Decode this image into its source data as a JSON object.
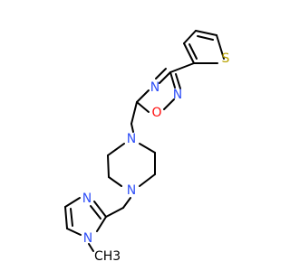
{
  "molecule": {
    "atom_labels": {
      "thiophene_s": "S",
      "oxadiazole_n4": "N",
      "oxadiazole_n2": "N",
      "oxadiazole_o1": "O",
      "piperazine_n1": "N",
      "piperazine_n4": "N",
      "imidazole_n3": "N",
      "imidazole_n1": "N",
      "methyl_group": "CH3"
    },
    "element_colors": {
      "N": "#3050f8",
      "O": "#ff0d0d",
      "S": "#b8a200",
      "C": "#000000"
    }
  }
}
